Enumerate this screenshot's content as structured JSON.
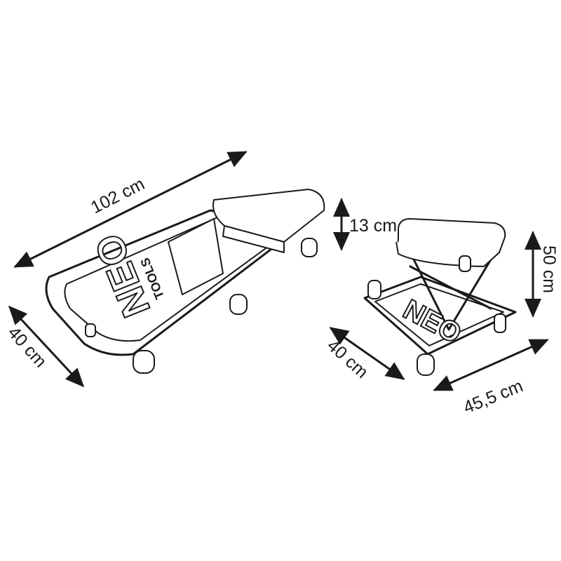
{
  "dimensions": {
    "creeper_length": "102 cm",
    "creeper_height": "13 cm",
    "creeper_width": "40 cm",
    "seat_height": "50 cm",
    "seat_depth": "40 cm",
    "seat_width": "45,5 cm"
  },
  "brand": {
    "name": "NEO",
    "subtitle": "TOOLS"
  }
}
